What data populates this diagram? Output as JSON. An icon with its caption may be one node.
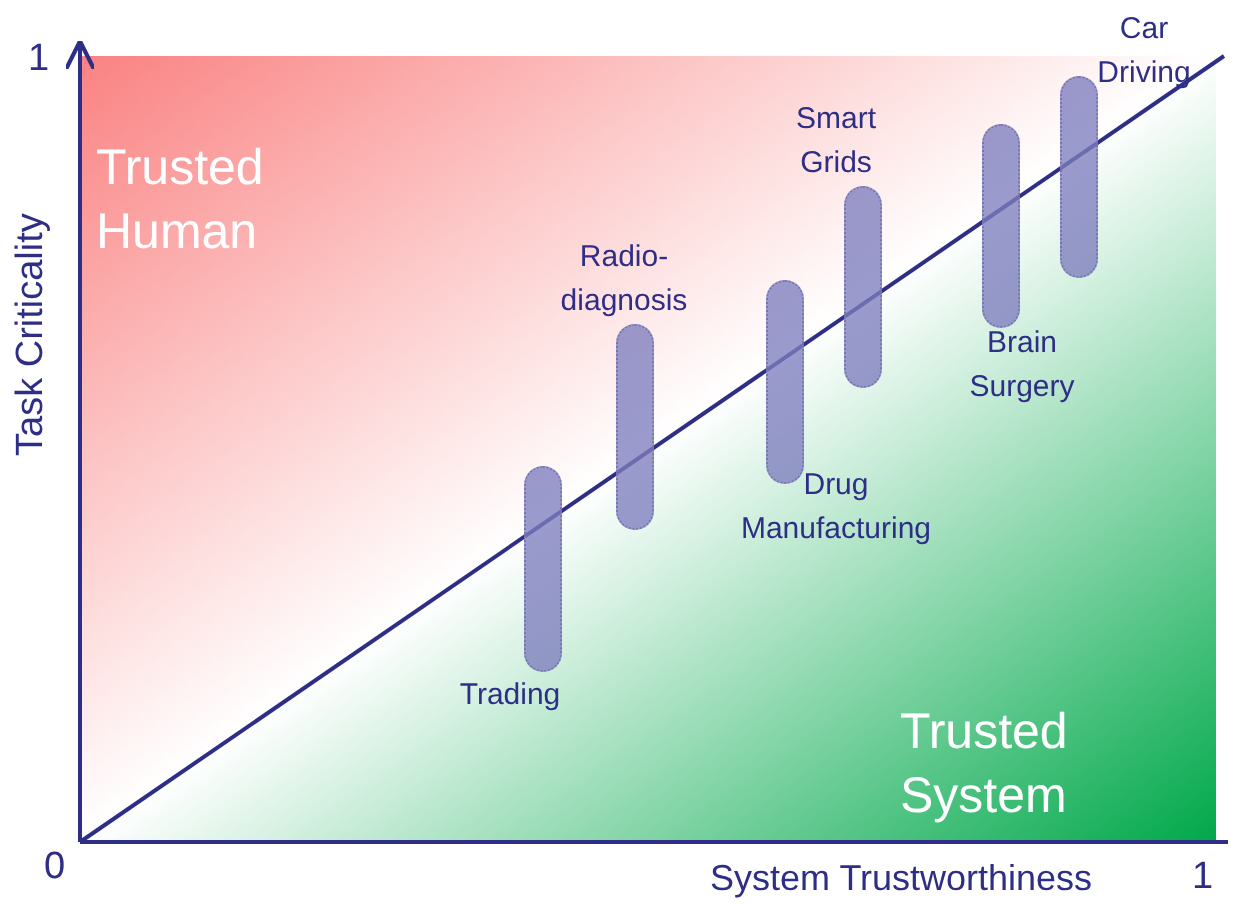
{
  "diagram": {
    "nodes": [
      {
        "text": [],
        "shape": "bar",
        "beside": [
          "Trading"
        ]
      },
      {
        "text": [],
        "shape": "bar",
        "beside": [
          "Radio- diagnosis"
        ]
      },
      {
        "text": [],
        "shape": "bar",
        "beside": [
          "Drug Manufacturing"
        ]
      },
      {
        "text": [],
        "shape": "bar",
        "beside": [
          "Smart Grids"
        ]
      },
      {
        "text": [],
        "shape": "bar",
        "beside": [
          "Brain Surgery"
        ]
      },
      {
        "text": [],
        "shape": "bar",
        "beside": [
          "Car Driving"
        ]
      }
    ],
    "edges": [],
    "labels": [
      "1",
      "Task Criticality",
      "Trusted Human",
      "Trusted System",
      "0",
      "System Trustworthiness",
      "1"
    ]
  }
}
